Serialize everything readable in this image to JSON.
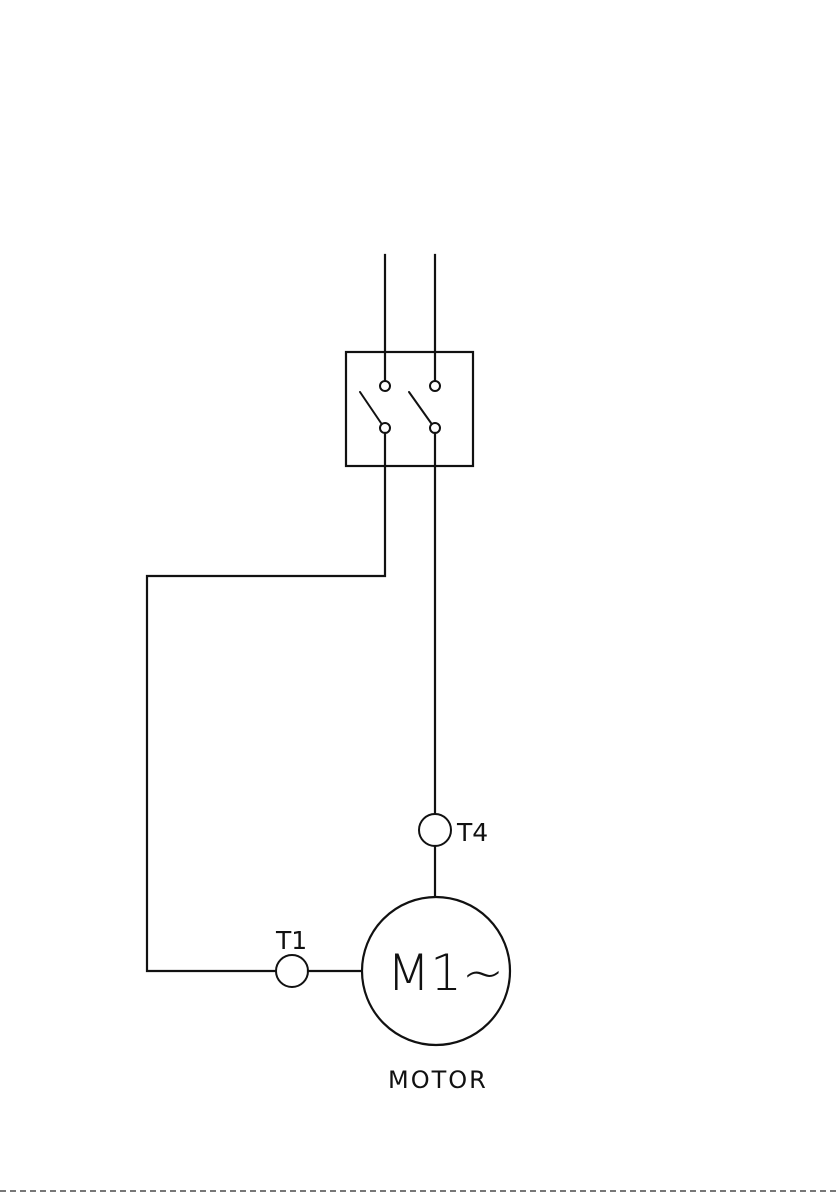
{
  "terminals": {
    "t1": "T1",
    "t4": "T4"
  },
  "motor": {
    "id_label": "M1~",
    "caption": "MOTOR"
  },
  "colors": {
    "ink": "#111111",
    "paper": "#ffffff"
  }
}
